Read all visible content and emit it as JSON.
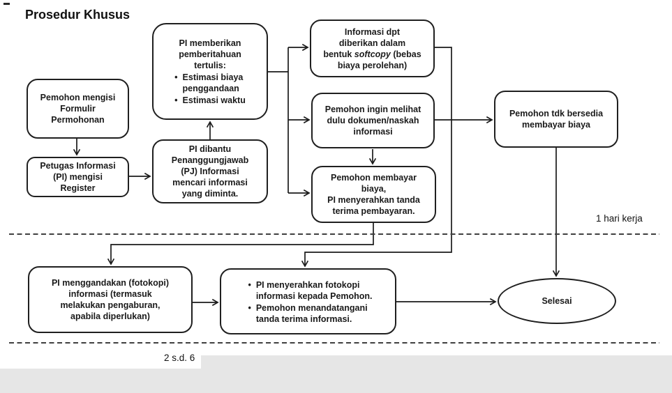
{
  "title": "Prosedur Khusus",
  "bullet_char": "•",
  "colors": {
    "line": "#1a1a1a",
    "footer_gray": "#e6e6e6"
  },
  "nodes": {
    "applicant_fills_form": {
      "text": "Pemohon mengisi\nFormulir\nPermohonan"
    },
    "officer_fills_register": {
      "text": "Petugas Informasi\n(PI) mengisi\nRegister"
    },
    "written_notice": {
      "heading": "PI memberikan\npemberitahuan\ntertulis:",
      "bullets": [
        "Estimasi biaya\npenggandaan",
        "Estimasi waktu"
      ]
    },
    "pi_assisted_search": {
      "text": "PI dibantu\nPenanggungjawab\n(PJ) Informasi\nmencari informasi\nyang diminta."
    },
    "softcopy_info": {
      "pre": "Informasi dpt\ndiberikan dalam\nbentuk ",
      "italic": "softcopy",
      "post": " (bebas\nbiaya perolehan)"
    },
    "view_first": {
      "text": "Pemohon ingin melihat\ndulu dokumen/naskah\ninformasi"
    },
    "pay_fee": {
      "text": "Pemohon membayar\nbiaya,\nPI menyerahkan tanda\nterima pembayaran."
    },
    "refuse_pay": {
      "text": "Pemohon tdk bersedia\nmembayar biaya"
    },
    "copy_info": {
      "text": "PI menggandakan (fotokopi)\ninformasi (termasuk\nmelakukan pengaburan,\napabila diperlukan)"
    },
    "handover": {
      "bullets": [
        "PI menyerahkan fotokopi\ninformasi kepada Pemohon.",
        "Pemohon menandatangani\ntanda terima informasi."
      ]
    },
    "done": {
      "text": "Selesai"
    }
  },
  "labels": {
    "phase1": "1 hari kerja",
    "phase2": "2 s.d. 6"
  }
}
